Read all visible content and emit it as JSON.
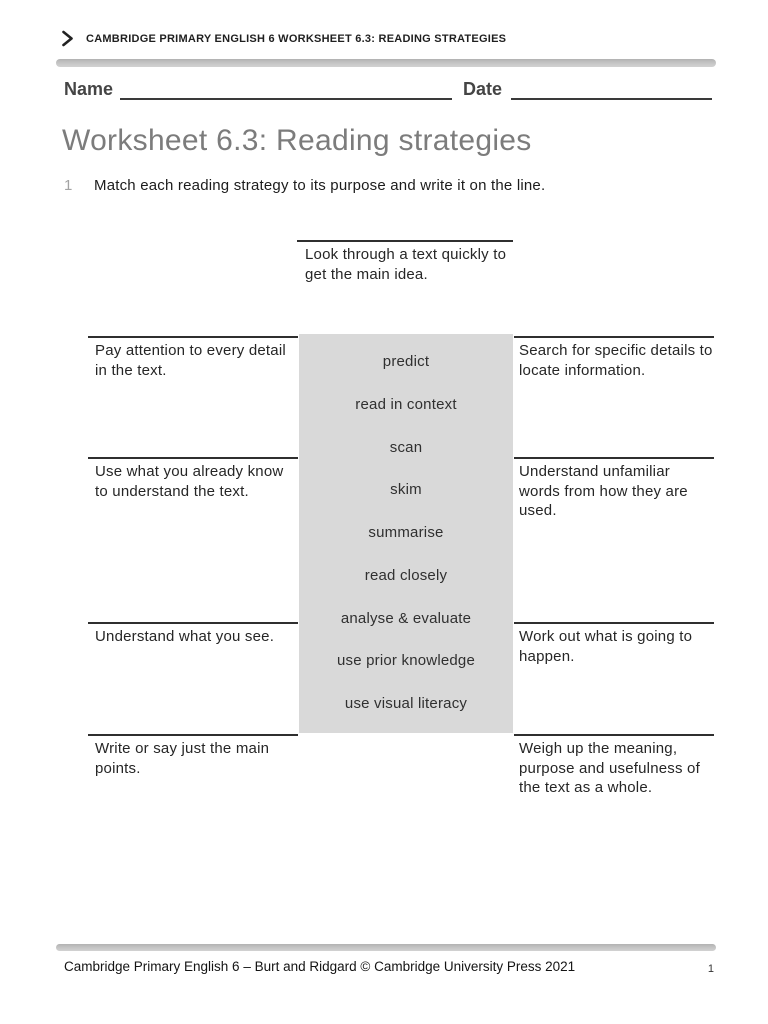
{
  "header": {
    "icon": "chevron-right",
    "title": "CAMBRIDGE PRIMARY ENGLISH 6 WORKSHEET 6.3: READING STRATEGIES"
  },
  "name_label": "Name",
  "date_label": "Date",
  "title": "Worksheet 6.3: Reading strategies",
  "exercise": {
    "number": "1",
    "instruction": "Match each reading strategy to its purpose and write it on the line.",
    "top_purpose": "Look through a text quickly to get the main idea.",
    "left_purposes": [
      "Pay attention to every detail in the text.",
      "Use what you already know to understand the text.",
      "Understand what you see.",
      "Write or say just the main points."
    ],
    "right_purposes": [
      "Search for specific details to locate information.",
      "Understand unfamiliar words from how they are used.",
      "Work out what is going to happen.",
      "Weigh up the meaning, purpose and usefulness of the text as a whole."
    ],
    "strategies": [
      "predict",
      "read in context",
      "scan",
      "skim",
      "summarise",
      "read closely",
      "analyse & evaluate",
      "use prior knowledge",
      "use visual literacy"
    ]
  },
  "footer": {
    "text": "Cambridge Primary English 6 – Burt and Ridgard © Cambridge University Press 2021",
    "page_number": "1"
  },
  "colors": {
    "strategies_box_bg": "#d9d9d9",
    "divider_bar": "#c2c2c2",
    "title_gray": "#7c7c7c",
    "line_dark": "#2f2f2f"
  }
}
